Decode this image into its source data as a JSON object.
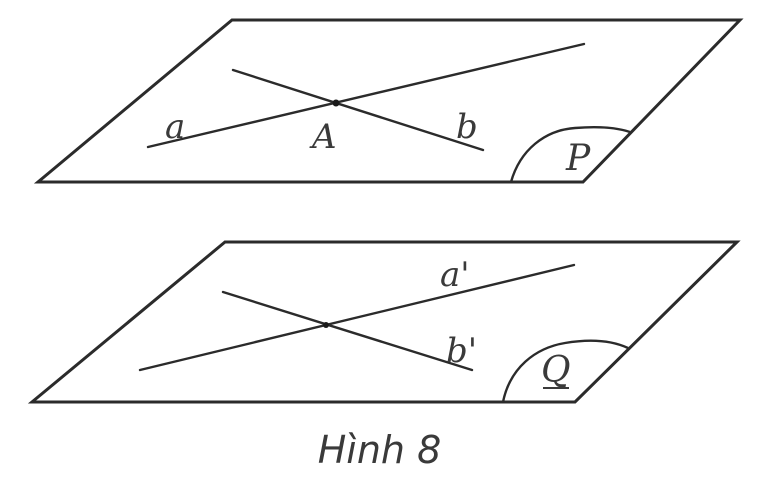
{
  "planes": {
    "top": {
      "name": "P",
      "lines": [
        {
          "label": "a"
        },
        {
          "label": "b"
        }
      ],
      "point": "A"
    },
    "bottom": {
      "name": "Q",
      "lines": [
        {
          "label": "a'"
        },
        {
          "label": "b'"
        }
      ]
    }
  },
  "caption": "Hình 8"
}
